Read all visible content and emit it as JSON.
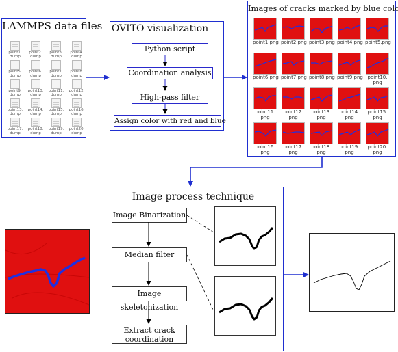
{
  "lammps": {
    "title": "LAMMPS data files",
    "files": [
      [
        "point1.",
        "dump"
      ],
      [
        "point2.",
        "dump"
      ],
      [
        "point3.",
        "dump"
      ],
      [
        "point4.",
        "dump"
      ],
      [
        "point5.",
        "dump"
      ],
      [
        "point6.",
        "dump"
      ],
      [
        "point7.",
        "dump"
      ],
      [
        "point8.",
        "dump"
      ],
      [
        "point9.",
        "dump"
      ],
      [
        "point10.",
        "dump"
      ],
      [
        "point11.",
        "dump"
      ],
      [
        "point12.",
        "dump"
      ],
      [
        "point13.",
        "dump"
      ],
      [
        "point14.",
        "dump"
      ],
      [
        "point15.",
        "dump"
      ],
      [
        "point16.",
        "dump"
      ],
      [
        "point17.",
        "dump"
      ],
      [
        "point18.",
        "dump"
      ],
      [
        "point19.",
        "dump"
      ],
      [
        "point20.",
        "dump"
      ]
    ]
  },
  "ovito": {
    "title": "OVITO visualization",
    "steps": [
      "Python script",
      "Coordination analysis",
      "High-pass filter",
      "Assign color with red and blue"
    ]
  },
  "cracks": {
    "title": "Images of cracks marked by blue color",
    "images": [
      [
        "point1.png"
      ],
      [
        "point2.png"
      ],
      [
        "point3.png"
      ],
      [
        "point4.png"
      ],
      [
        "point5.png"
      ],
      [
        "point6.png"
      ],
      [
        "point7.png"
      ],
      [
        "point8.png"
      ],
      [
        "point9.png"
      ],
      [
        "point10.",
        "png"
      ],
      [
        "point11.",
        "png"
      ],
      [
        "point12.",
        "png"
      ],
      [
        "point13.",
        "png"
      ],
      [
        "point14.",
        "png"
      ],
      [
        "point15.",
        "png"
      ],
      [
        "point16.",
        "png"
      ],
      [
        "point17.",
        "png"
      ],
      [
        "point18.",
        "png"
      ],
      [
        "point19.",
        "png"
      ],
      [
        "point20.",
        "png"
      ]
    ]
  },
  "process": {
    "title": "Image process technique",
    "steps": [
      "Image Binarization",
      "Median filter",
      "Image skeletonization",
      "Extract crack coordination"
    ]
  },
  "colors": {
    "accent": "#1f2fd0",
    "crack_bg": "#e01010",
    "crack_line": "#2030e0"
  }
}
